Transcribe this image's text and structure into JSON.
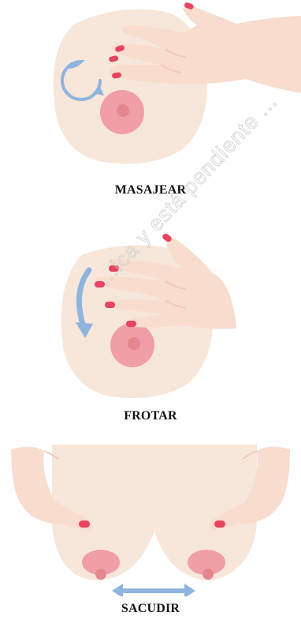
{
  "panels": [
    {
      "caption": "MASAJEAR",
      "icon": "circular-arrow"
    },
    {
      "caption": "FROTAR",
      "icon": "curved-down-arrow"
    },
    {
      "caption": "SACUDIR",
      "icon": "double-horizontal-arrow"
    }
  ],
  "watermark": {
    "text": "...ica y está pendiente ..."
  },
  "colors": {
    "skin_light": "#f7e6da",
    "skin_hand": "#f8dccd",
    "skin_hand_shadow": "#f0cbb9",
    "areola": "#ef9fa5",
    "areola_dark": "#e5868f",
    "nail": "#e64461",
    "arrow": "#8fb4de",
    "caption_text": "#111111"
  }
}
